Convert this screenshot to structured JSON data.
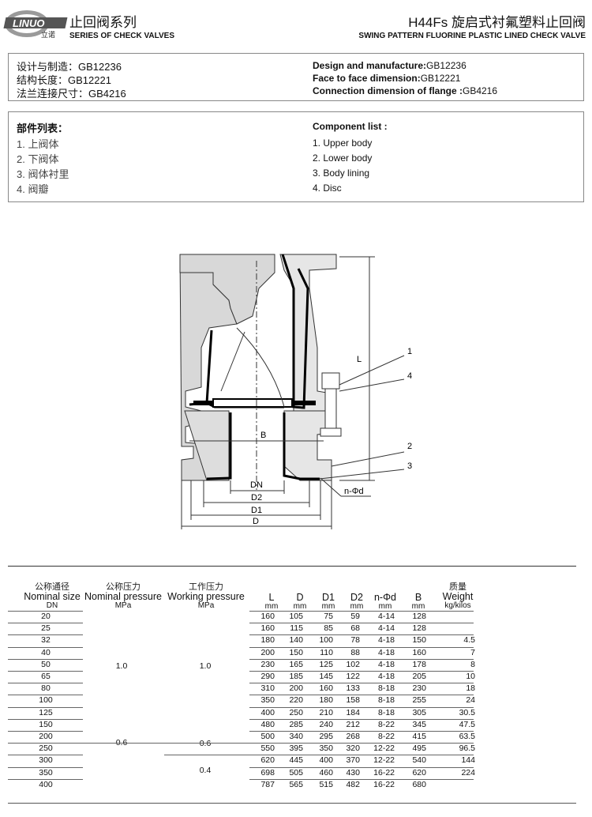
{
  "header": {
    "logo_text": "LINUO",
    "logo_sub": "立诺",
    "series_cn": "止回阀系列",
    "series_en": "SERIES OF CHECK VALVES",
    "title_cn": "H44Fs  旋启式衬氟塑料止回阀",
    "title_en": "SWING PATTERN FLUORINE PLASTIC LINED CHECK VALVE"
  },
  "standards": {
    "cn": [
      "设计与制造：GB12236",
      "结构长度：GB12221",
      "法兰连接尺寸：GB4216"
    ],
    "en_label": [
      "Design and manufacture:",
      "Face to face dimension:",
      "Connection dimension of flange :"
    ],
    "en_value": [
      "GB12236",
      "GB12221",
      "GB4216"
    ]
  },
  "components": {
    "cn_title": "部件列表：",
    "cn_items": [
      "1. 上阀体",
      "2. 下阀体",
      "3. 阀体衬里",
      "4. 阀瓣"
    ],
    "en_title": "Component  list :",
    "en_items": [
      "1. Upper body",
      "2. Lower body",
      "3. Body lining",
      "4. Disc"
    ]
  },
  "drawing": {
    "labels": {
      "L": "L",
      "B": "B",
      "DN": "DN",
      "D2": "D2",
      "D1": "D1",
      "D": "D",
      "nd": "n-Φd",
      "c1": "1",
      "c2": "2",
      "c3": "3",
      "c4": "4"
    }
  },
  "table": {
    "headers": {
      "dn_cn": "公称通径",
      "dn_en": "Nominal size",
      "dn_u": "DN",
      "pn_cn": "公称压力",
      "pn_en": "Nominal pressure",
      "pn_u": "MPa",
      "wp_cn": "工作压力",
      "wp_en": "Working pressure",
      "wp_u": "MPa",
      "L": "L",
      "D": "D",
      "D1": "D1",
      "D2": "D2",
      "nd": "n-Φd",
      "B": "B",
      "mm": "mm",
      "w_cn": "质量",
      "w_en": "Weight",
      "w_u": "kg/kilos"
    },
    "pn_groups": [
      "1.0",
      "0.6"
    ],
    "wp_groups": [
      "1.0",
      "0.6",
      "0.4"
    ],
    "rows": [
      [
        "20",
        "160",
        "105",
        "75",
        "59",
        "4-14",
        "128",
        ""
      ],
      [
        "25",
        "160",
        "115",
        "85",
        "68",
        "4-14",
        "128",
        ""
      ],
      [
        "32",
        "180",
        "140",
        "100",
        "78",
        "4-18",
        "150",
        "4.5"
      ],
      [
        "40",
        "200",
        "150",
        "110",
        "88",
        "4-18",
        "160",
        "7"
      ],
      [
        "50",
        "230",
        "165",
        "125",
        "102",
        "4-18",
        "178",
        "8"
      ],
      [
        "65",
        "290",
        "185",
        "145",
        "122",
        "4-18",
        "205",
        "10"
      ],
      [
        "80",
        "310",
        "200",
        "160",
        "133",
        "8-18",
        "230",
        "18"
      ],
      [
        "100",
        "350",
        "220",
        "180",
        "158",
        "8-18",
        "255",
        "24"
      ],
      [
        "125",
        "400",
        "250",
        "210",
        "184",
        "8-18",
        "305",
        "30.5"
      ],
      [
        "150",
        "480",
        "285",
        "240",
        "212",
        "8-22",
        "345",
        "47.5"
      ],
      [
        "200",
        "500",
        "340",
        "295",
        "268",
        "8-22",
        "415",
        "63.5"
      ],
      [
        "250",
        "550",
        "395",
        "350",
        "320",
        "12-22",
        "495",
        "96.5"
      ],
      [
        "300",
        "620",
        "445",
        "400",
        "370",
        "12-22",
        "540",
        "144"
      ],
      [
        "350",
        "698",
        "505",
        "460",
        "430",
        "16-22",
        "620",
        "224"
      ],
      [
        "400",
        "787",
        "565",
        "515",
        "482",
        "16-22",
        "680",
        ""
      ]
    ]
  }
}
